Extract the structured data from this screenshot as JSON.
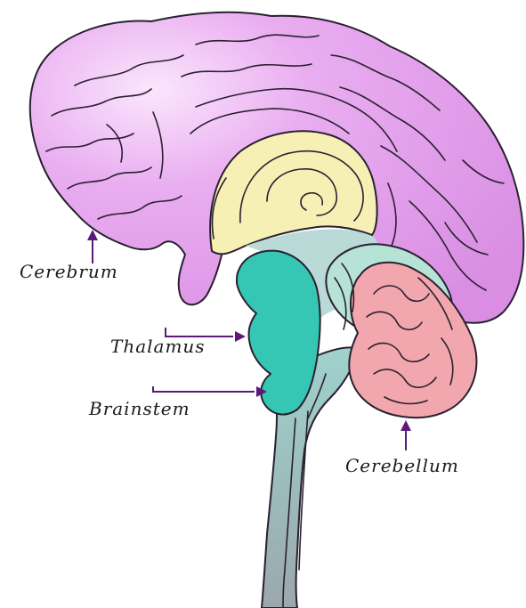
{
  "labels": {
    "cerebrum": "Cerebrum",
    "thalamus": "Thalamus",
    "brainstem": "Brainstem",
    "cerebellum": "Cerebellum"
  },
  "colors": {
    "cerebrum": "#e7a6ee",
    "inner_yellow": "#f6f0b4",
    "thalamus": "#35c6b4",
    "brainstem": "#a9c4c3",
    "cerebellum": "#f1a7ad",
    "cerebellum_inner": "#b6e3d6",
    "arrow": "#5b1a7a"
  },
  "icons": {
    "pointer": "arrow-icon"
  }
}
